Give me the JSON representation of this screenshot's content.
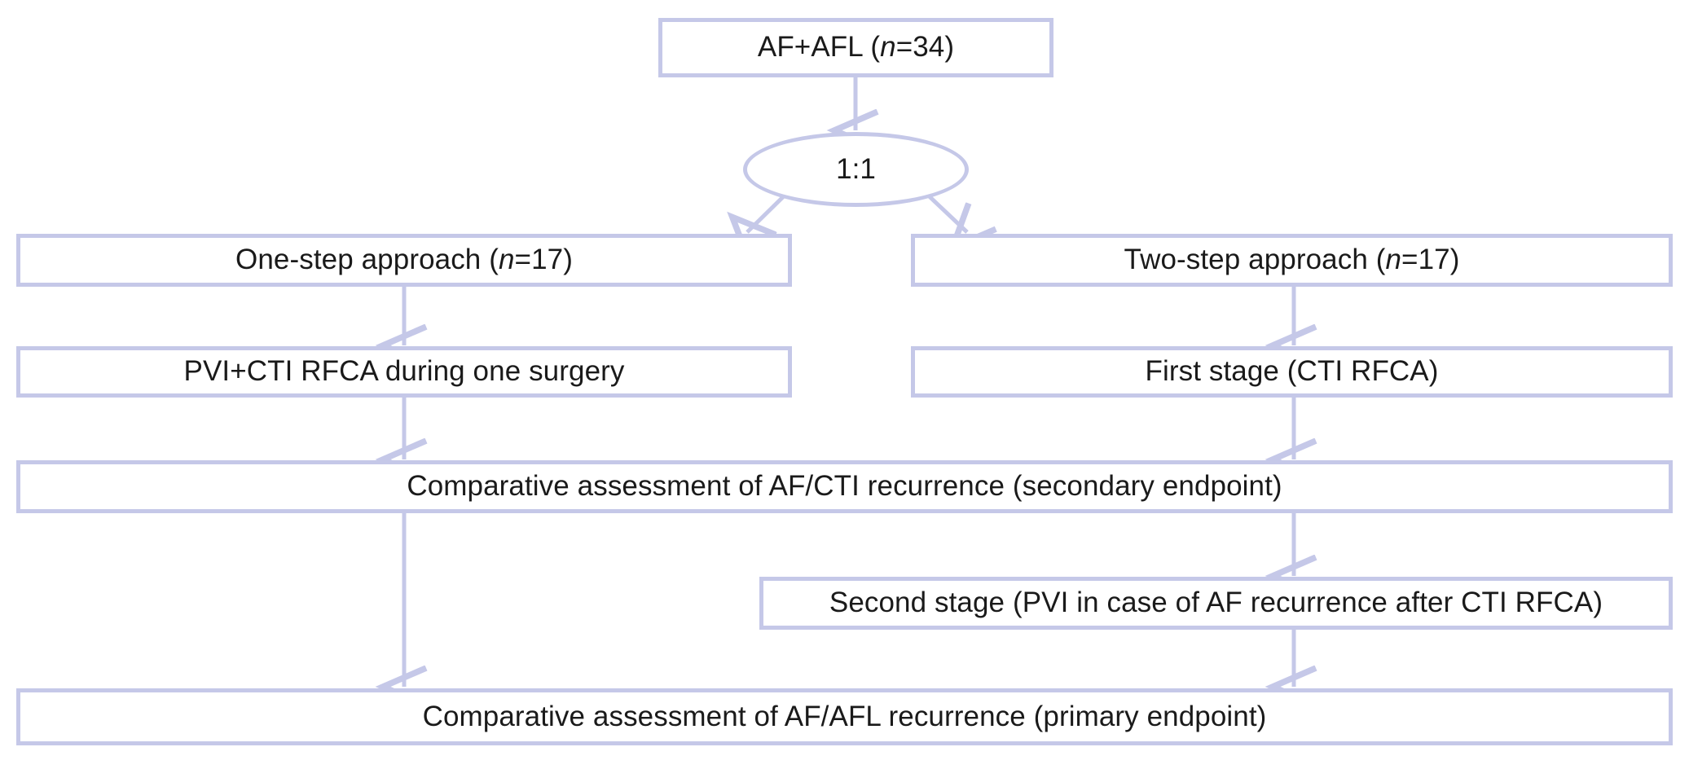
{
  "diagram": {
    "title": "Randomized study design flowchart: one-step vs two-step ablation approach",
    "accent_color": "#c5c8e8",
    "text_color": "#1a1a1a",
    "background_color": "#ffffff",
    "nodes": {
      "enrollment": {
        "text_plain": "AF+AFL (n=34)",
        "text_html": "AF+AFL (<i>n</i>=34)",
        "shape": "rectangle"
      },
      "randomization": {
        "text_plain": "1:1",
        "shape": "ellipse"
      },
      "one_step": {
        "text_plain": "One-step approach (n=17)",
        "text_html": "One-step approach (<i>n</i>=17)",
        "shape": "rectangle"
      },
      "two_step": {
        "text_plain": "Two-step approach (n=17)",
        "text_html": "Two-step approach (<i>n</i>=17)",
        "shape": "rectangle"
      },
      "one_step_procedure": {
        "text_plain": "PVI+CTI RFCA during one surgery",
        "shape": "rectangle"
      },
      "first_stage": {
        "text_plain": "First stage (CTI RFCA)",
        "shape": "rectangle"
      },
      "secondary_endpoint": {
        "text_plain": "Comparative assessment of AF/CTI recurrence (secondary endpoint)",
        "shape": "rectangle"
      },
      "second_stage": {
        "text_plain": "Second stage (PVI in case of AF recurrence after CTI RFCA)",
        "shape": "rectangle"
      },
      "primary_endpoint": {
        "text_plain": "Comparative assessment of AF/AFL recurrence (primary endpoint)",
        "shape": "rectangle"
      }
    },
    "edges": [
      {
        "from": "enrollment",
        "to": "randomization",
        "style": "arrow-down"
      },
      {
        "from": "randomization",
        "to": "one_step",
        "style": "arrow-diagonal-left"
      },
      {
        "from": "randomization",
        "to": "two_step",
        "style": "arrow-diagonal-right"
      },
      {
        "from": "one_step",
        "to": "one_step_procedure",
        "style": "arrow-down"
      },
      {
        "from": "two_step",
        "to": "first_stage",
        "style": "arrow-down"
      },
      {
        "from": "one_step_procedure",
        "to": "secondary_endpoint",
        "style": "arrow-down"
      },
      {
        "from": "first_stage",
        "to": "secondary_endpoint",
        "style": "arrow-down"
      },
      {
        "from": "secondary_endpoint",
        "to": "second_stage",
        "style": "arrow-down"
      },
      {
        "from": "secondary_endpoint",
        "to": "primary_endpoint",
        "style": "arrow-down-long"
      },
      {
        "from": "second_stage",
        "to": "primary_endpoint",
        "style": "arrow-down"
      }
    ]
  }
}
